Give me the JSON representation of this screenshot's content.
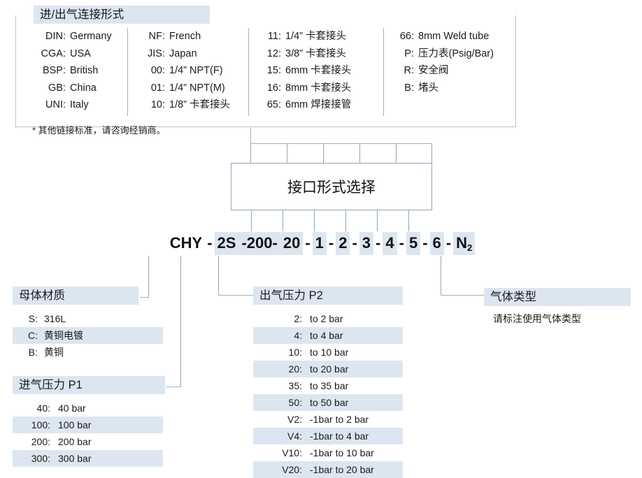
{
  "connection_panel": {
    "title": "进/出气连接形式",
    "note": "* 其他链接标准，请咨询经销商。",
    "columns": [
      {
        "rows": [
          {
            "code": "DIN:",
            "desc": "Germany"
          },
          {
            "code": "CGA:",
            "desc": "USA"
          },
          {
            "code": "BSP:",
            "desc": "British"
          },
          {
            "code": "GB:",
            "desc": "China"
          },
          {
            "code": "UNI:",
            "desc": "Italy"
          }
        ]
      },
      {
        "rows": [
          {
            "code": "NF:",
            "desc": "French"
          },
          {
            "code": "JIS:",
            "desc": "Japan"
          },
          {
            "code": "00:",
            "desc": "1/4” NPT(F)"
          },
          {
            "code": "01:",
            "desc": "1/4” NPT(M)"
          },
          {
            "code": "10:",
            "desc": "1/8” 卡套接头"
          }
        ]
      },
      {
        "rows": [
          {
            "code": "11:",
            "desc": "1/4” 卡套接头"
          },
          {
            "code": "12:",
            "desc": "3/8” 卡套接头"
          },
          {
            "code": "15:",
            "desc": "6mm 卡套接头"
          },
          {
            "code": "16:",
            "desc": "8mm 卡套接头"
          },
          {
            "code": "65:",
            "desc": "6mm 焊接接管"
          }
        ]
      },
      {
        "rows": [
          {
            "code": "66:",
            "desc": "8mm Weld tube"
          },
          {
            "code": "P:",
            "desc": "压力表(Psig/Bar)"
          },
          {
            "code": "R:",
            "desc": "安全阀"
          },
          {
            "code": "B:",
            "desc": "堵头"
          }
        ]
      }
    ]
  },
  "interface_box": {
    "label": "接口形式选择"
  },
  "part_number": {
    "segments": [
      {
        "text": "CHY",
        "highlight": false
      },
      {
        "text": "-",
        "dash": true
      },
      {
        "text": "2S",
        "highlight": true
      },
      {
        "text": "-200-",
        "highlight": true
      },
      {
        "text": "20",
        "highlight": true
      },
      {
        "text": "-",
        "dash": true
      },
      {
        "text": "1",
        "highlight": true
      },
      {
        "text": "-",
        "dash": true
      },
      {
        "text": "2",
        "highlight": true
      },
      {
        "text": "-",
        "dash": true
      },
      {
        "text": "3",
        "highlight": true
      },
      {
        "text": "-",
        "dash": true
      },
      {
        "text": "4",
        "highlight": true
      },
      {
        "text": "-",
        "dash": true
      },
      {
        "text": "5",
        "highlight": true
      },
      {
        "text": "-",
        "dash": true
      },
      {
        "text": "6",
        "highlight": true
      },
      {
        "text": "-",
        "dash": true
      },
      {
        "text": "N2",
        "highlight": true,
        "subscript": "2",
        "base": "N"
      }
    ]
  },
  "body_material": {
    "title": "母体材质",
    "rows": [
      {
        "k": "S:",
        "v": "316L",
        "highlight": false
      },
      {
        "k": "C:",
        "v": "黄铜电镀",
        "highlight": true
      },
      {
        "k": "B:",
        "v": "黄铜",
        "highlight": false
      }
    ]
  },
  "inlet_pressure": {
    "title": "进气压力 P1",
    "rows": [
      {
        "k": "40:",
        "v": "40 bar",
        "highlight": false
      },
      {
        "k": "100:",
        "v": "100 bar",
        "highlight": true
      },
      {
        "k": "200:",
        "v": "200 bar",
        "highlight": false
      },
      {
        "k": "300:",
        "v": "300 bar",
        "highlight": true
      }
    ]
  },
  "outlet_pressure": {
    "title": "出气压力 P2",
    "rows": [
      {
        "k": "2:",
        "v": "to 2 bar",
        "highlight": false
      },
      {
        "k": "4:",
        "v": "to 4 bar",
        "highlight": true
      },
      {
        "k": "10:",
        "v": "to 10 bar",
        "highlight": false
      },
      {
        "k": "20:",
        "v": "to 20 bar",
        "highlight": true
      },
      {
        "k": "35:",
        "v": "to 35 bar",
        "highlight": false
      },
      {
        "k": "50:",
        "v": "to 50 bar",
        "highlight": true
      },
      {
        "k": "V2:",
        "v": "-1bar to 2 bar",
        "highlight": false
      },
      {
        "k": "V4:",
        "v": "-1bar to 4 bar",
        "highlight": true
      },
      {
        "k": "V10:",
        "v": "-1bar to 10 bar",
        "highlight": false
      },
      {
        "k": "V20:",
        "v": "-1bar to 20 bar",
        "highlight": true
      }
    ]
  },
  "gas_type": {
    "title": "气体类型",
    "note": "请标注使用气体类型"
  },
  "colors": {
    "highlight": "#dce6f1",
    "line": "#9fb2c4",
    "border": "#b7c6d6",
    "text": "#1a1a1a"
  }
}
